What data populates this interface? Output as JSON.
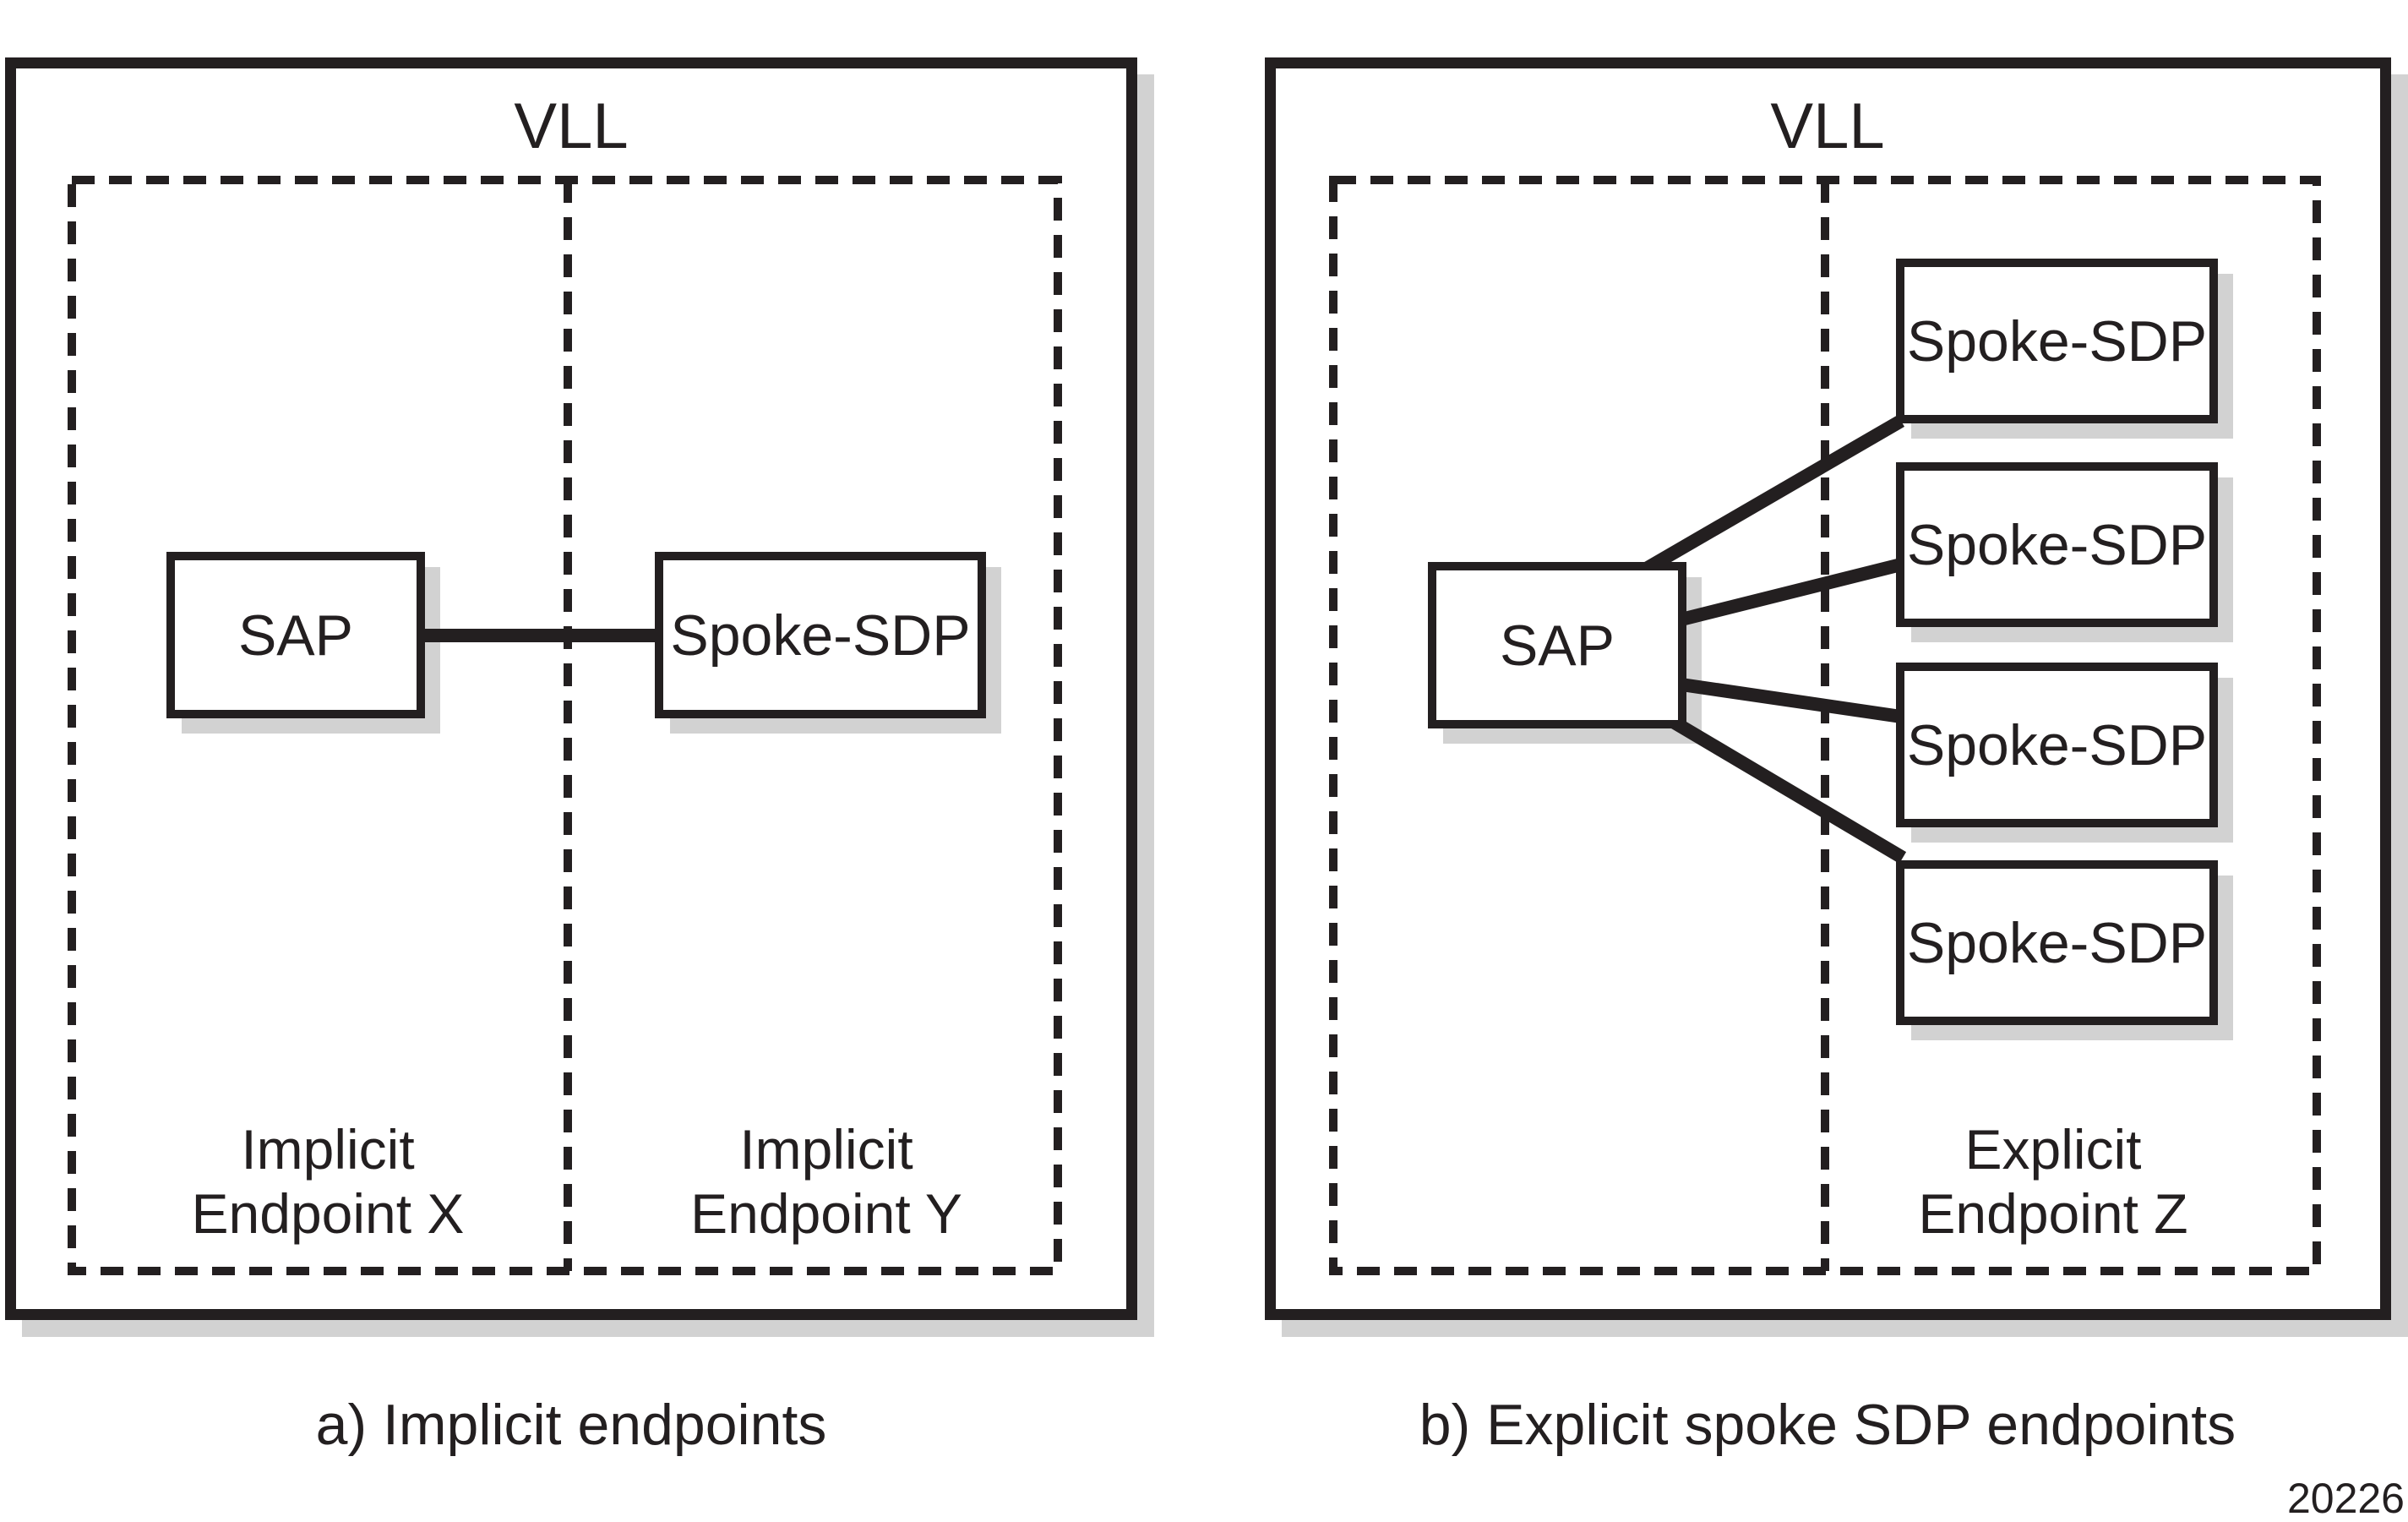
{
  "diagram": {
    "figure_number": "20226",
    "panel_a": {
      "title": "VLL",
      "caption": "a) Implicit endpoints",
      "sap_label": "SAP",
      "spoke_sdp_label": "Spoke-SDP",
      "endpoint_x_line1": "Implicit",
      "endpoint_x_line2": "Endpoint X",
      "endpoint_y_line1": "Implicit",
      "endpoint_y_line2": "Endpoint Y"
    },
    "panel_b": {
      "title": "VLL",
      "caption": "b) Explicit spoke SDP endpoints",
      "sap_label": "SAP",
      "spoke_sdp_labels": [
        "Spoke-SDP",
        "Spoke-SDP",
        "Spoke-SDP",
        "Spoke-SDP"
      ],
      "endpoint_z_line1": "Explicit",
      "endpoint_z_line2": "Endpoint Z"
    },
    "colors": {
      "ink": "#231f20",
      "shadow": "#d2d2d2",
      "background": "#ffffff"
    }
  }
}
